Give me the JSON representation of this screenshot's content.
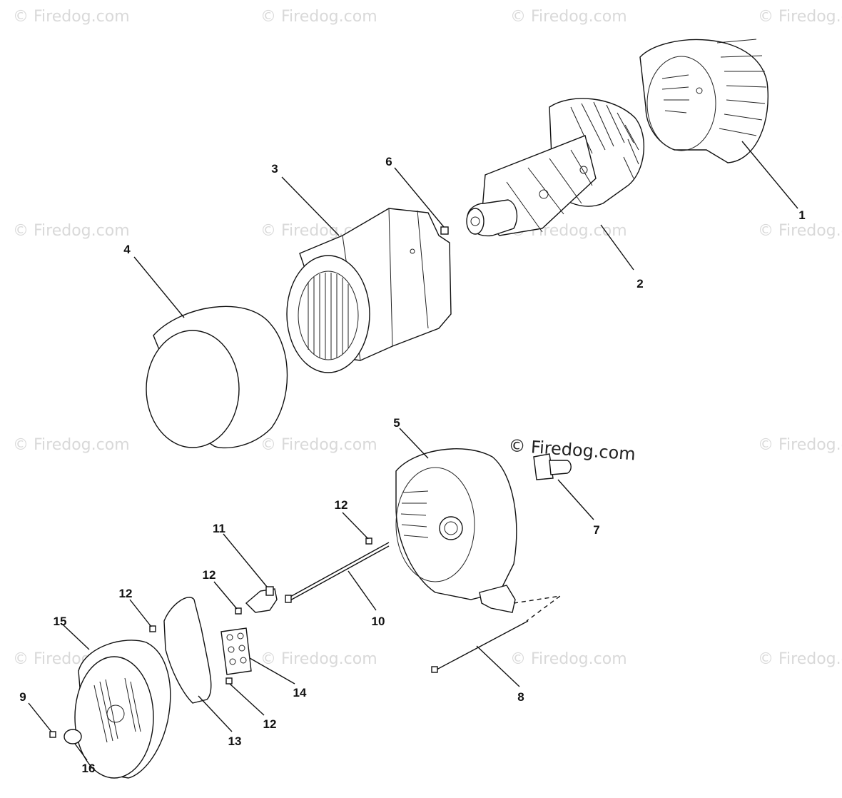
{
  "watermark": {
    "text": "© Firedog.com",
    "main_text": "© Firedog.com"
  },
  "callouts": [
    {
      "id": "c1",
      "label": "1"
    },
    {
      "id": "c2",
      "label": "2"
    },
    {
      "id": "c3",
      "label": "3"
    },
    {
      "id": "c4",
      "label": "4"
    },
    {
      "id": "c5",
      "label": "5"
    },
    {
      "id": "c6",
      "label": "6"
    },
    {
      "id": "c7",
      "label": "7"
    },
    {
      "id": "c8",
      "label": "8"
    },
    {
      "id": "c9",
      "label": "9"
    },
    {
      "id": "c10",
      "label": "10"
    },
    {
      "id": "c11",
      "label": "11"
    },
    {
      "id": "c12a",
      "label": "12"
    },
    {
      "id": "c12b",
      "label": "12"
    },
    {
      "id": "c12c",
      "label": "12"
    },
    {
      "id": "c12d",
      "label": "12"
    },
    {
      "id": "c13",
      "label": "13"
    },
    {
      "id": "c14",
      "label": "14"
    },
    {
      "id": "c15",
      "label": "15"
    },
    {
      "id": "c16",
      "label": "16"
    }
  ]
}
